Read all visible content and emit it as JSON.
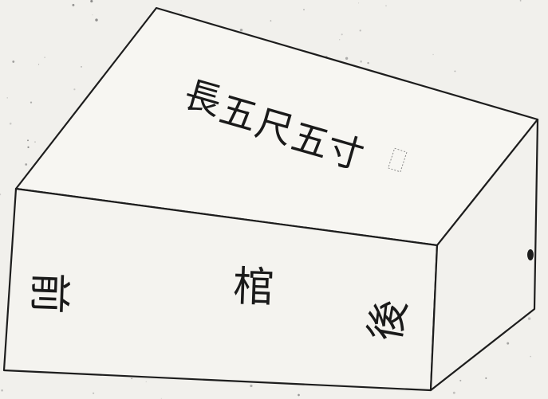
{
  "top_face": {
    "label": [
      "長",
      "五",
      "尺",
      "五",
      "寸"
    ]
  },
  "front_face": {
    "left_char": "前",
    "center_char": "棺",
    "right_char": "後"
  },
  "colors": {
    "paper": "#f1f0ec",
    "ink": "#1d1d1d"
  }
}
